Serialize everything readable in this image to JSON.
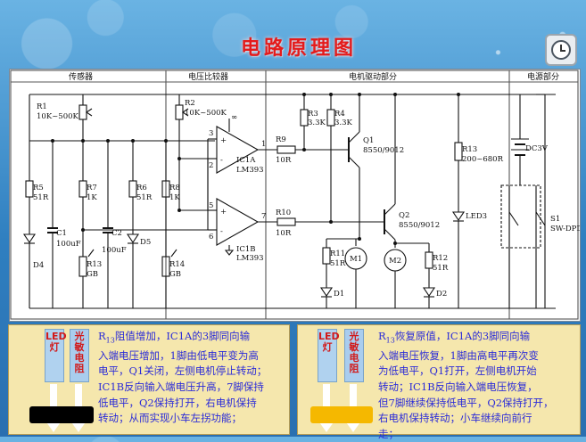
{
  "slide": {
    "title": "电路原理图"
  },
  "schematic": {
    "sections": {
      "sensor": "传感器",
      "comparator": "电压比较器",
      "driver": "电机驱动部分",
      "power": "电源部分"
    },
    "components": {
      "R1": "R1",
      "R1_val": "10K~500K",
      "R2": "R2",
      "R2_val": "10K~500K",
      "R3": "R3",
      "R3_val": "3.3K",
      "R4": "R4",
      "R4_val": "3.3K",
      "R5": "R5",
      "R5_val": "51R",
      "R6": "R6",
      "R6_val": "51R",
      "R7": "R7",
      "R7_val": "1K",
      "R8": "R8",
      "R8_val": "1K",
      "R9": "R9",
      "R9_val": "10R",
      "R10": "R10",
      "R10_val": "10R",
      "R11": "R11",
      "R11_val": "51R",
      "R12": "R12",
      "R12_val": "51R",
      "R13a": "R13",
      "R13a_val": "GB",
      "R13b": "R13",
      "R13b_val": "200~680R",
      "R14": "R14",
      "R14_val": "GB",
      "C1": "C1",
      "C1_val": "100uF",
      "C2": "C2",
      "C2_val": "100uF",
      "D1": "D1",
      "D2": "D2",
      "D4": "D4",
      "D5": "D5",
      "LED3": "LED3",
      "IC1A": "IC1A",
      "IC1A_part": "LM393",
      "IC1B": "IC1B",
      "IC1B_part": "LM393",
      "Q1": "Q1",
      "Q1_part": "8550/9012",
      "Q2": "Q2",
      "Q2_part": "8550/9012",
      "M1": "M1",
      "M2": "M2",
      "DC": "DC3V",
      "S1": "S1",
      "S1_type": "SW-DPDT",
      "pin1": "1",
      "pin2": "2",
      "pin3": "3",
      "pin5": "5",
      "pin6": "6",
      "pin7": "7",
      "plus1": "+",
      "minus1": "-",
      "plus2": "+",
      "minus2": "-",
      "inf": "∞"
    }
  },
  "left_panel": {
    "led_label": "LED灯",
    "ldr_label": "光敏电阻",
    "r_letter": "R",
    "r_sub": "13",
    "text": "阻值增加，IC1A的3脚同向输\n入端电压增加，1脚由低电平变为高\n电平，Q1关闭，左侧电机停止转动；\nIC1B反向输入端电压升高，7脚保持\n低电平，Q2保持打开，右电机保持\n转动；从而实现小车左拐功能；",
    "indicator_color": "#000000"
  },
  "right_panel": {
    "led_label": "LED灯",
    "ldr_label": "光敏电阻",
    "r_letter": "R",
    "r_sub": "13",
    "text": "恢复原值，IC1A的3脚同向输\n入端电压恢复，1脚由高电平再次变\n为低电平，Q1打开，左侧电机开始\n转动；IC1B反向输入端电压恢复，\n但7脚继续保持低电平，Q2保持打开，\n右电机保持转动；小车继续向前行\n走；",
    "indicator_color": "#f5b800"
  }
}
